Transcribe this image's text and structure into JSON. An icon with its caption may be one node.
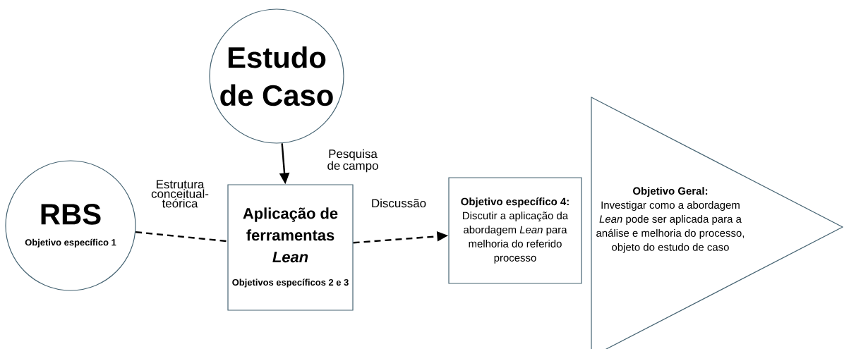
{
  "diagram": {
    "nodes": [
      {
        "text": [
          "Estudo de Caso"
        ]
      },
      {
        "text": [
          "RBS",
          "Objetivo específico 1"
        ]
      },
      {
        "text": [
          "Aplicação de ferramentas *Lean*",
          "Objetivos específicos 2 e 3"
        ]
      },
      {
        "text": [
          "Objetivo específico 4:",
          "Discutir a aplicação da abordagem *Lean* para melhoria do referido processo"
        ]
      },
      {
        "text": [
          "Objetivo Geral:",
          "Investigar como a abordagem *Lean* pode ser aplicada para a análise e melhoria do processo, objeto do estudo de caso"
        ]
      }
    ],
    "edges": [
      {
        "from": 0,
        "to": 2,
        "arrow": "to",
        "label": "Pesquisa de campo"
      },
      {
        "from": 1,
        "to": 2,
        "arrow": "none",
        "style": "dashed",
        "label": "Estrutura conceitual-teórica"
      },
      {
        "from": 2,
        "to": 3,
        "arrow": "to",
        "style": "dashed",
        "label": "Discussão"
      }
    ]
  }
}
